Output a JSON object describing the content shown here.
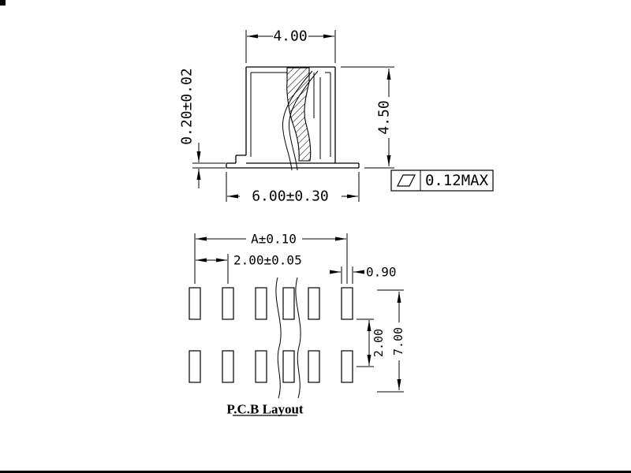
{
  "title": "connector-technical-drawing",
  "colors": {
    "line": "#000000",
    "background": "#ffffff"
  },
  "side": {
    "dim_top": "4.00",
    "dim_thickness": "0.20±0.02",
    "dim_height": "4.50",
    "dim_bottom": "6.00±0.30",
    "flatness": "0.12MAX",
    "flatness_symbol": "parallelogram-flatness-icon"
  },
  "pcb": {
    "dim_a": "A±0.10",
    "dim_pitch": "2.00±0.05",
    "dim_pad": "0.90",
    "dim_row": "2.00",
    "dim_total": "7.00",
    "caption": "P.C.B Layout",
    "columns": 6,
    "rows": 2
  }
}
